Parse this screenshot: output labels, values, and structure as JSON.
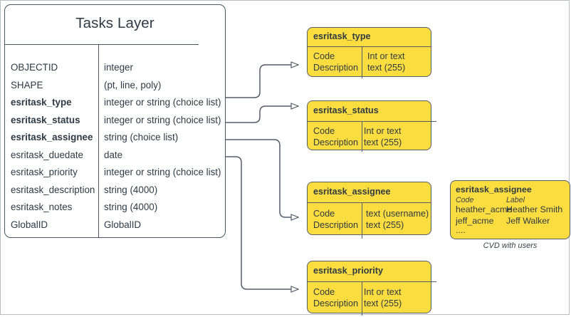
{
  "main_entity": {
    "title": "Tasks Layer",
    "fields": [
      {
        "name": "OBJECTID",
        "type": "integer",
        "bold": false
      },
      {
        "name": "SHAPE",
        "type": "(pt, line, poly)",
        "bold": false
      },
      {
        "name": "esritask_type",
        "type": "integer or string (choice list)",
        "bold": true
      },
      {
        "name": "esritask_status",
        "type": "integer or string (choice list)",
        "bold": true
      },
      {
        "name": "esritask_assignee",
        "type": "string (choice list)",
        "bold": true
      },
      {
        "name": "esritask_duedate",
        "type": "date",
        "bold": false
      },
      {
        "name": "esritask_priority",
        "type": "integer or string (choice list)",
        "bold": false
      },
      {
        "name": "esritask_description",
        "type": "string (4000)",
        "bold": false
      },
      {
        "name": "esritask_notes",
        "type": "string (4000)",
        "bold": false
      },
      {
        "name": "GlobalID",
        "type": "GlobalID",
        "bold": false
      }
    ]
  },
  "domain_boxes": [
    {
      "title": "esritask_type",
      "left_lines": [
        "Code",
        "Description"
      ],
      "right_lines": [
        "Int or text",
        "text (255)"
      ]
    },
    {
      "title": "esritask_status",
      "left_lines": [
        "Code",
        "Description"
      ],
      "right_lines": [
        "Int or text",
        "text (255)"
      ]
    },
    {
      "title": "esritask_assignee",
      "left_lines": [
        "Code",
        "Description"
      ],
      "right_lines": [
        "text  (username)",
        "text (255)"
      ]
    },
    {
      "title": "esritask_priority",
      "left_lines": [
        "Code",
        "Description"
      ],
      "right_lines": [
        "Int or text",
        "text (255)"
      ]
    }
  ],
  "cvd": {
    "title": "esritask_assignee",
    "header_code": "Code",
    "header_label": "Label",
    "rows": [
      {
        "code": "heather_acme",
        "label": "Heather Smith"
      },
      {
        "code": "jeff_acme",
        "label": "Jeff Walker"
      }
    ],
    "ellipsis": "....",
    "caption": "CVD with users"
  },
  "colors": {
    "domain_fill": "#fcdd3f",
    "stroke": "#555d68",
    "text": "#2f3a45",
    "page_border": "#b7bcc2"
  }
}
